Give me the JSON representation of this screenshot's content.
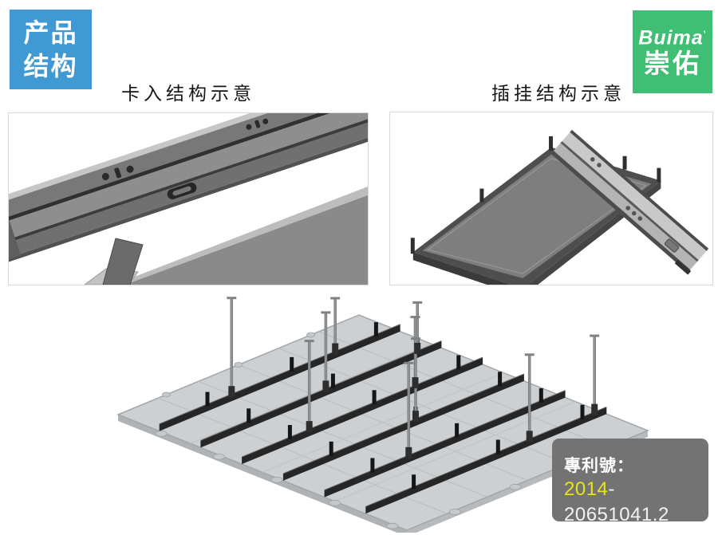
{
  "header": {
    "badge": {
      "line1": "产品",
      "line2": "结构",
      "bg_color": "#4099D3",
      "text_color": "#FFFFFF"
    },
    "logo": {
      "brand": "Buima",
      "mark": "’",
      "chinese": "崇佑",
      "bg_color": "#3FBE74",
      "text_color": "#FFFFFF"
    }
  },
  "figures": {
    "snap": {
      "title": "卡入结构示意"
    },
    "hang": {
      "title": "插挂结构示意"
    },
    "assembly": {
      "name": "ceiling-grid-assembly-render"
    }
  },
  "patent": {
    "label": "專利號：",
    "number_prefix": "2014",
    "number_suffix": "-20651041.2",
    "bg_color": "#737373",
    "prefix_color": "#E8E516",
    "suffix_color": "#F2F2F2"
  }
}
